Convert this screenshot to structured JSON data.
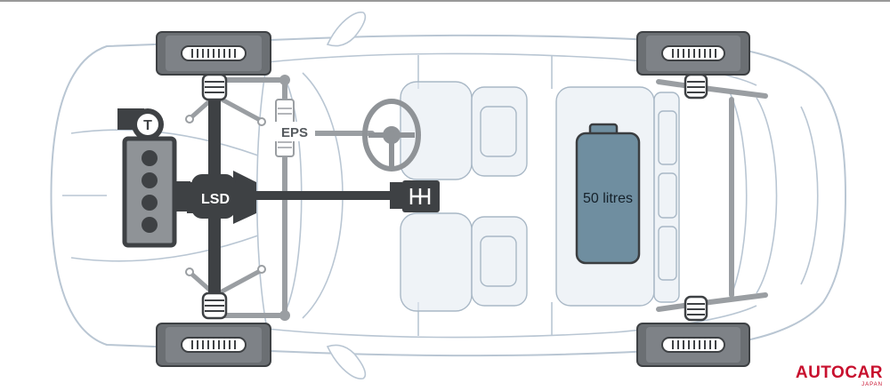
{
  "labels": {
    "turbo": "T",
    "lsd": "LSD",
    "eps": "EPS",
    "fuel_tank": "50 litres"
  },
  "brand": {
    "name": "AUTOCAR",
    "region": "JAPAN"
  },
  "colors": {
    "body_outline": "#b9c6d3",
    "drivetrain": "#3e4144",
    "suspension": "#9a9ea2",
    "fuel_tank_fill": "#6f8ea0",
    "fuel_tank_stroke": "#3a3d40",
    "seat_fill": "#e4ebf1",
    "brand_red": "#c8102e"
  }
}
